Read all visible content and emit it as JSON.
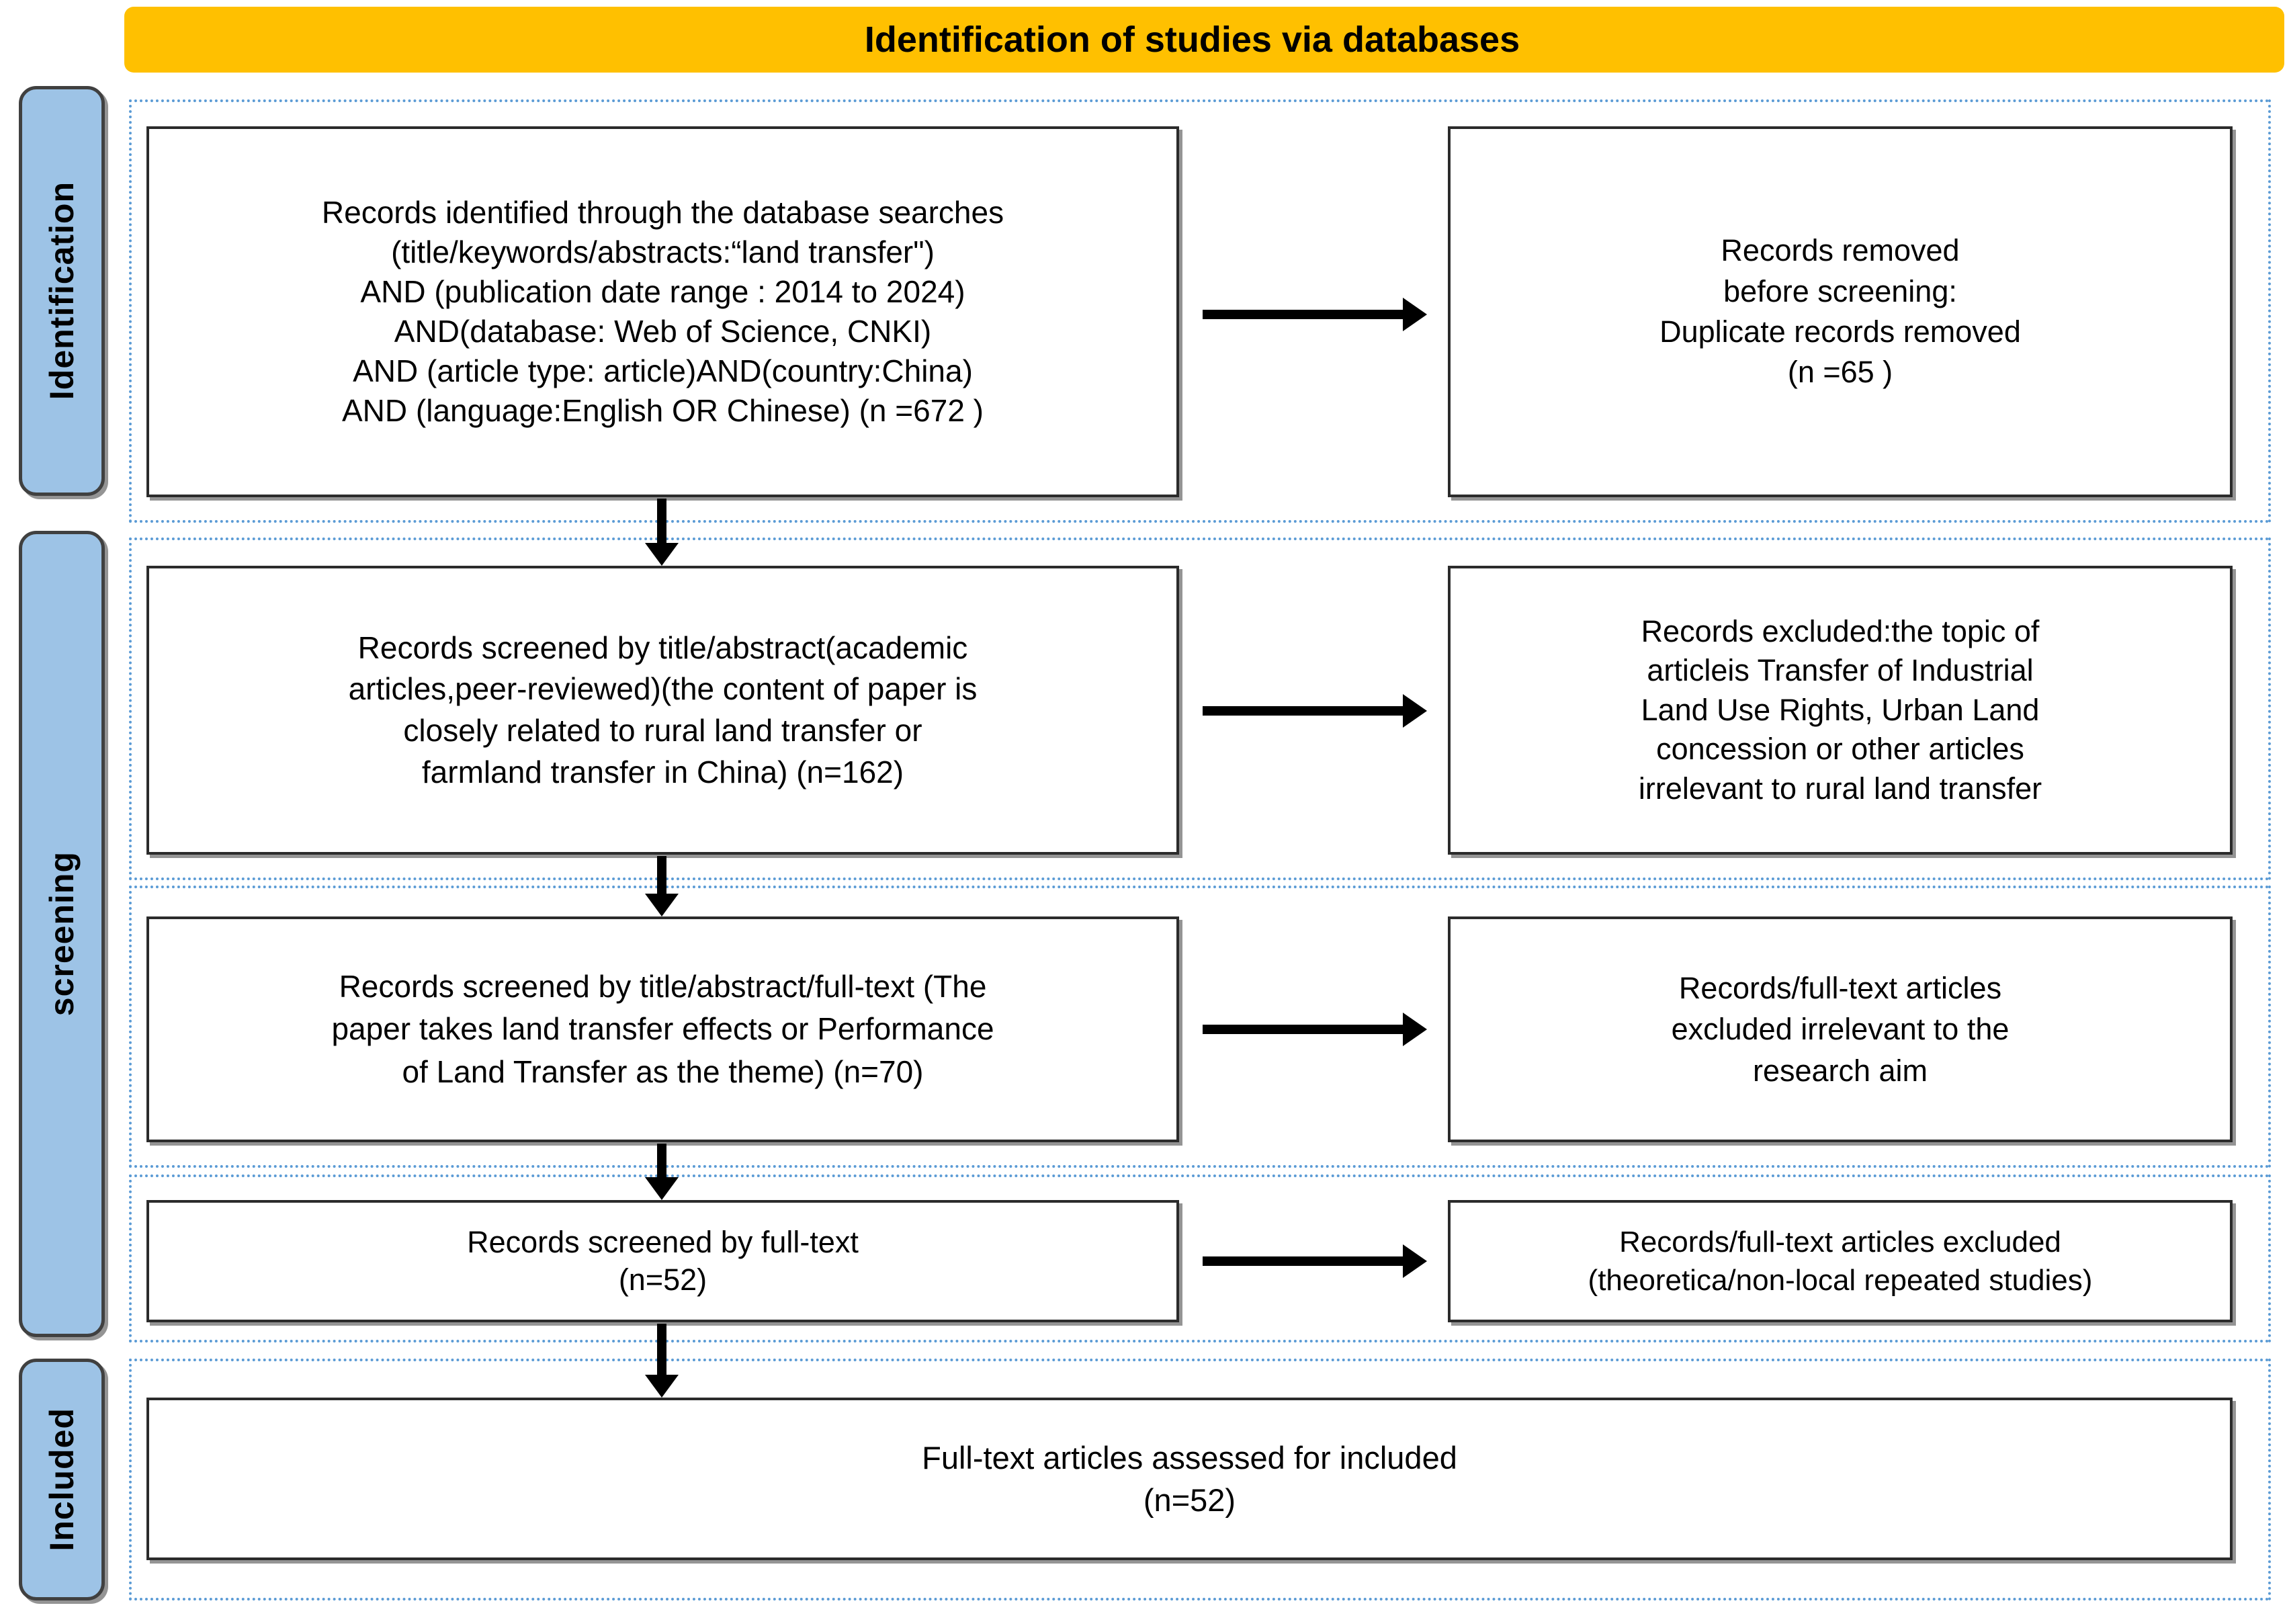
{
  "banner": {
    "title": "Identification of studies via databases",
    "color": "#FFC000"
  },
  "stages": [
    {
      "label": "Identification"
    },
    {
      "label": "screening"
    },
    {
      "label": "Included"
    }
  ],
  "colors": {
    "stage_fill": "#9DC3E6",
    "dotted_border": "#5B9BD5",
    "box_border": "#2B2B2B",
    "banner": "#FFC000"
  },
  "rows": [
    {
      "stage": "Identification",
      "left_box": "Records identified through the database searches\n(title/keywords/abstracts:“land transfer\")\nAND (publication date range : 2014 to  2024)\nAND(database: Web of Science, CNKI)\nAND (article type: article)AND(country:China)\nAND  (language:English OR Chinese) (n =672 )",
      "right_box": "Records removed\nbefore screening:\nDuplicate records removed\n(n =65 )",
      "arrow": "arrow-right"
    },
    {
      "stage": "screening",
      "left_box": "Records screened by title/abstract(academic\narticles,peer-reviewed)(the content of paper is\nclosely related to rural land transfer or\nfarmland transfer in China)  (n=162)",
      "right_box": "Records excluded:the topic of\narticleis Transfer of Industrial\nLand Use Rights, Urban Land\nconcession or other articles\nirrelevant to rural land transfer",
      "arrow": "arrow-right"
    },
    {
      "stage": "screening",
      "left_box": "Records screened by title/abstract/full-text  (The\npaper takes land transfer effects or Performance\nof Land Transfer as the theme)      (n=70)",
      "right_box": "Records/full-text articles\nexcluded irrelevant to the\nresearch aim",
      "arrow": "arrow-right"
    },
    {
      "stage": "screening",
      "left_box": "Records screened by full-text\n(n=52)",
      "right_box": "Records/full-text articles excluded\n(theoretica/non-local repeated studies)",
      "arrow": "arrow-right"
    },
    {
      "stage": "Included",
      "full_box": "Full-text articles assessed for included\n(n=52)"
    }
  ],
  "flow_counts": {
    "identified": 672,
    "duplicates_removed": 65,
    "screened_title_abstract": 162,
    "screened_title_abstract_fulltext": 70,
    "screened_fulltext": 52,
    "included": 52
  }
}
